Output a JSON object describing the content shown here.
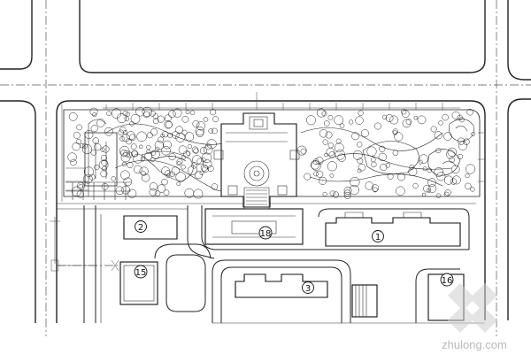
{
  "plan": {
    "building_labels": {
      "b1": "1",
      "b2": "2",
      "b3": "3",
      "b15": "15",
      "b16": "16",
      "b18": "18"
    },
    "watermark": "zhulong.com"
  }
}
